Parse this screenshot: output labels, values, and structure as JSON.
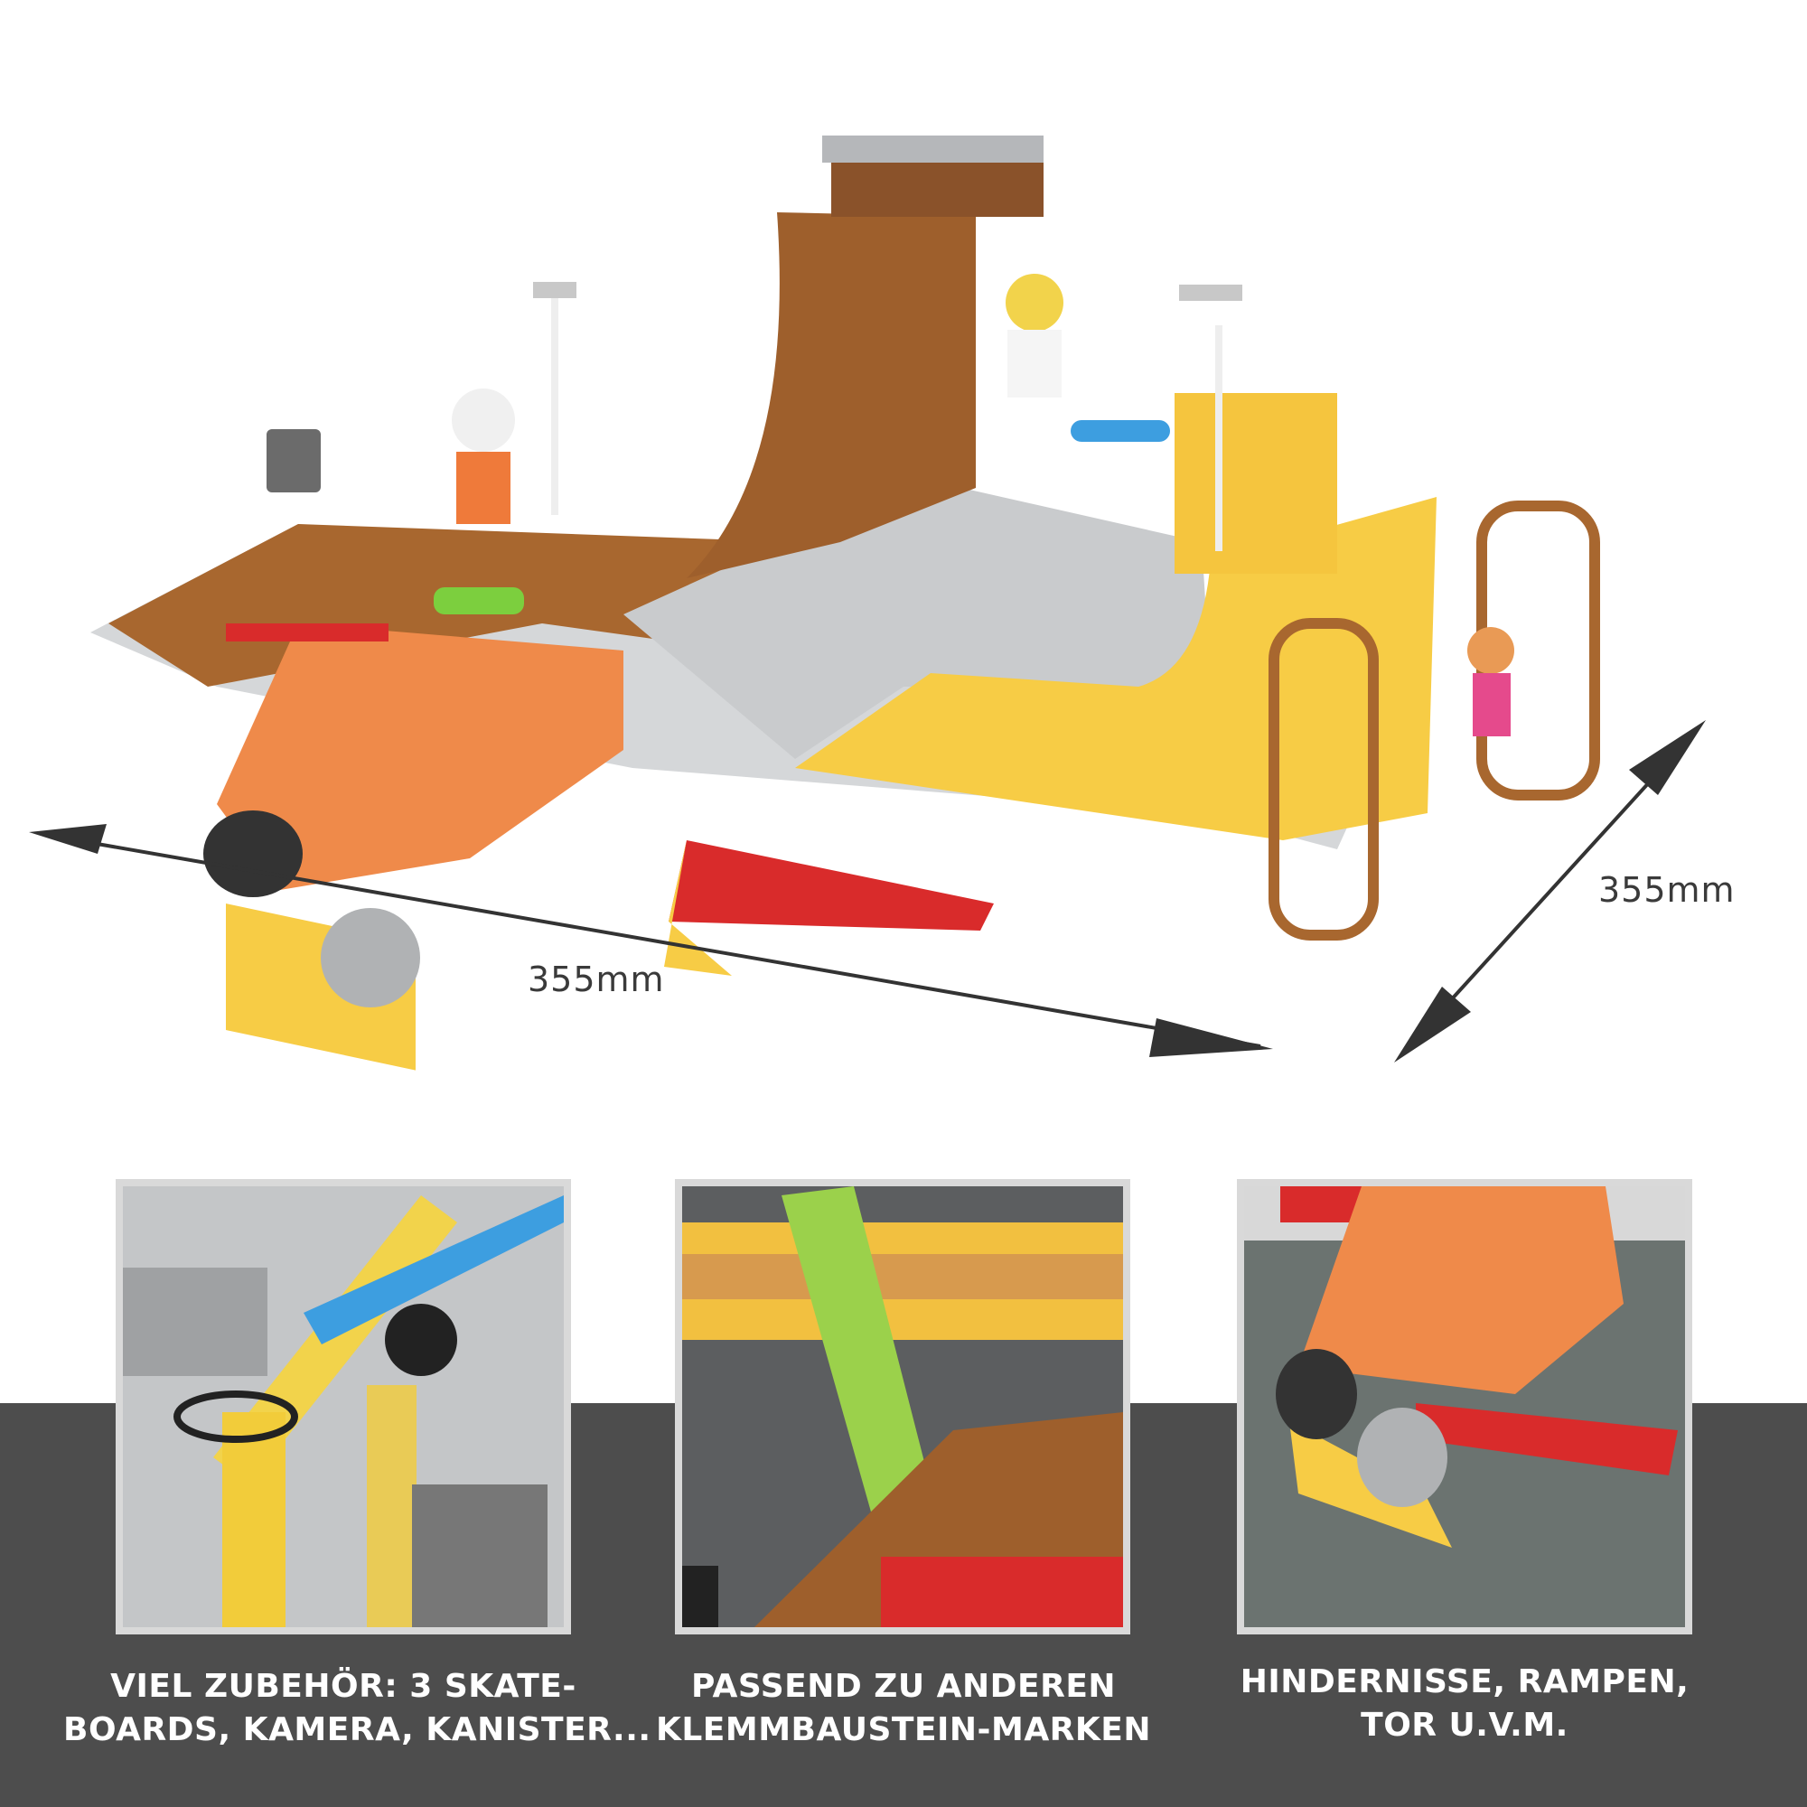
{
  "dimensions": {
    "width_label": "355mm",
    "depth_label": "355mm"
  },
  "features": [
    {
      "lines": [
        "VIEL ZUBEHÖR: 3 SKATE-",
        "BOARDS, KAMERA, KANISTER..."
      ]
    },
    {
      "lines": [
        "PASSEND ZU ANDEREN",
        "KLEMMBAUSTEIN-MARKEN"
      ]
    },
    {
      "lines": [
        "HINDERNISSE, RAMPEN,",
        "TOR U.V.M."
      ]
    }
  ],
  "colors": {
    "band": "#4d4d4d",
    "panel_border": "#d9d9d9",
    "brown": "#a8672f",
    "orange": "#ef8a4a",
    "yellow": "#f7cc45",
    "grey": "#c9cbcd",
    "red": "#d92b2b"
  }
}
